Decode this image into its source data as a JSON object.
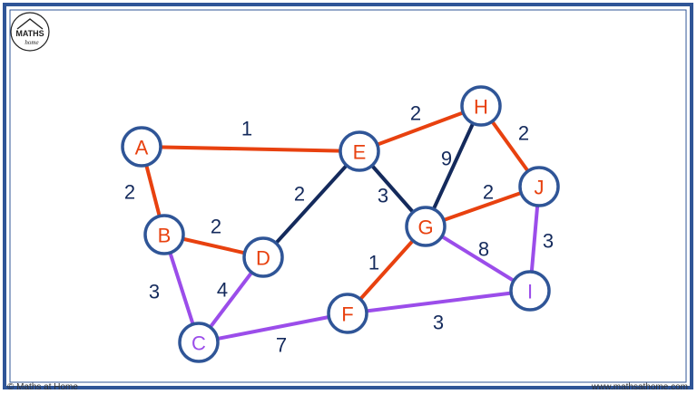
{
  "logo": {
    "line1": "MATHS",
    "line2": "home"
  },
  "credit_left": "© Maths at Home",
  "credit_right": "www.mathsathome.com",
  "colors": {
    "frame": "#2f5597",
    "node_stroke": "#2f5597",
    "red": "#e8410f",
    "purple": "#9b4dea",
    "navy": "#142a5c",
    "weight": "#142a5c"
  },
  "graph": {
    "nodes": [
      {
        "id": "A",
        "label": "A",
        "color": "red"
      },
      {
        "id": "B",
        "label": "B",
        "color": "red"
      },
      {
        "id": "C",
        "label": "C",
        "color": "purple"
      },
      {
        "id": "D",
        "label": "D",
        "color": "red"
      },
      {
        "id": "E",
        "label": "E",
        "color": "red"
      },
      {
        "id": "F",
        "label": "F",
        "color": "red"
      },
      {
        "id": "G",
        "label": "G",
        "color": "red"
      },
      {
        "id": "H",
        "label": "H",
        "color": "red"
      },
      {
        "id": "I",
        "label": "I",
        "color": "purple"
      },
      {
        "id": "J",
        "label": "J",
        "color": "red"
      }
    ],
    "edges": [
      {
        "from": "A",
        "to": "E",
        "weight": "1",
        "color": "red"
      },
      {
        "from": "A",
        "to": "B",
        "weight": "2",
        "color": "red"
      },
      {
        "from": "B",
        "to": "D",
        "weight": "2",
        "color": "red"
      },
      {
        "from": "B",
        "to": "C",
        "weight": "3",
        "color": "purple"
      },
      {
        "from": "C",
        "to": "D",
        "weight": "4",
        "color": "purple"
      },
      {
        "from": "C",
        "to": "F",
        "weight": "7",
        "color": "purple"
      },
      {
        "from": "D",
        "to": "E",
        "weight": "2",
        "color": "navy"
      },
      {
        "from": "E",
        "to": "H",
        "weight": "2",
        "color": "red"
      },
      {
        "from": "E",
        "to": "G",
        "weight": "3",
        "color": "navy"
      },
      {
        "from": "G",
        "to": "H",
        "weight": "9",
        "color": "navy"
      },
      {
        "from": "H",
        "to": "J",
        "weight": "2",
        "color": "red"
      },
      {
        "from": "G",
        "to": "J",
        "weight": "2",
        "color": "red"
      },
      {
        "from": "J",
        "to": "I",
        "weight": "3",
        "color": "purple"
      },
      {
        "from": "G",
        "to": "I",
        "weight": "8",
        "color": "purple"
      },
      {
        "from": "F",
        "to": "G",
        "weight": "1",
        "color": "red"
      },
      {
        "from": "F",
        "to": "I",
        "weight": "3",
        "color": "purple"
      }
    ]
  }
}
